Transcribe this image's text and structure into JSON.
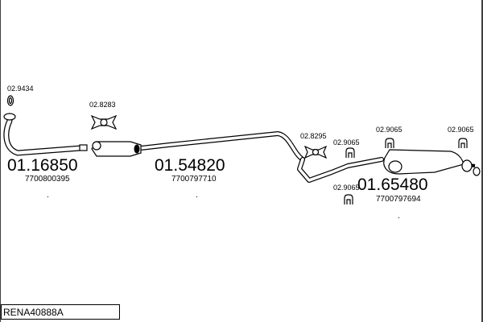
{
  "diagram": {
    "reference": "RENA40888A",
    "components": [
      {
        "part_no": "01.16850",
        "oe_no": "7700800395"
      },
      {
        "part_no": "01.54820",
        "oe_no": "7700797710"
      },
      {
        "part_no": "01.65480",
        "oe_no": "7700797694"
      }
    ],
    "fittings": [
      {
        "part_no": "02.9434",
        "icon": "gasket-ring-icon"
      },
      {
        "part_no": "02.8283",
        "icon": "flange-gasket-icon"
      },
      {
        "part_no": "02.8295",
        "icon": "flange-gasket-icon"
      },
      {
        "part_no": "02.9065",
        "icon": "rubber-hanger-icon"
      },
      {
        "part_no": "02.9065",
        "icon": "rubber-hanger-icon"
      },
      {
        "part_no": "02.9065",
        "icon": "rubber-hanger-icon"
      },
      {
        "part_no": "02.9065",
        "icon": "rubber-hanger-icon"
      }
    ]
  }
}
